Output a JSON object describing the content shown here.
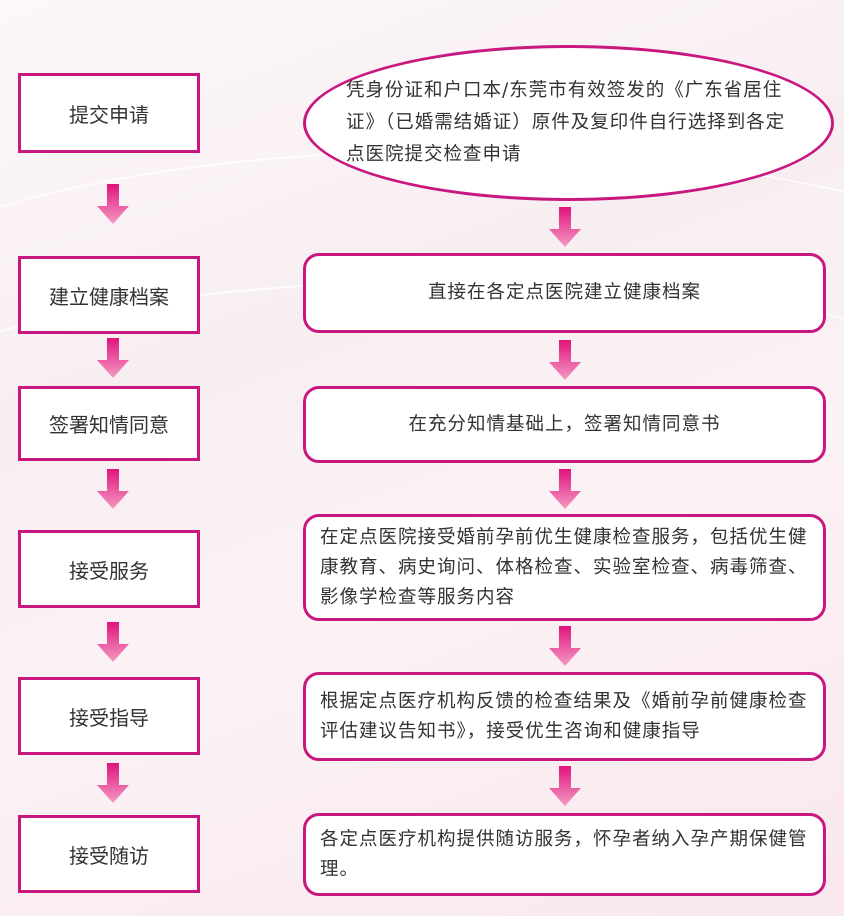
{
  "steps": [
    {
      "label": "提交申请",
      "detail": "凭身份证和户口本/东莞市有效签发的《广东省居住证》（已婚需结婚证）原件及复印件自行选择到各定点医院提交检查申请"
    },
    {
      "label": "建立健康档案",
      "detail": "直接在各定点医院建立健康档案"
    },
    {
      "label": "签署知情同意",
      "detail": "在充分知情基础上，签署知情同意书"
    },
    {
      "label": "接受服务",
      "detail": "在定点医院接受婚前孕前优生健康检查服务，包括优生健康教育、病史询问、体格检查、实验室检查、病毒筛查、影像学检查等服务内容"
    },
    {
      "label": "接受指导",
      "detail": "根据定点医疗机构反馈的检查结果及《婚前孕前健康检查评估建议告知书》，接受优生咨询和健康指导"
    },
    {
      "label": "接受随访",
      "detail": "各定点医疗机构提供随访服务，怀孕者纳入孕产期保健管理。"
    }
  ],
  "colors": {
    "border": "#c8177f",
    "arrow_top": "#e0147c",
    "arrow_bottom": "#f49ac4"
  }
}
